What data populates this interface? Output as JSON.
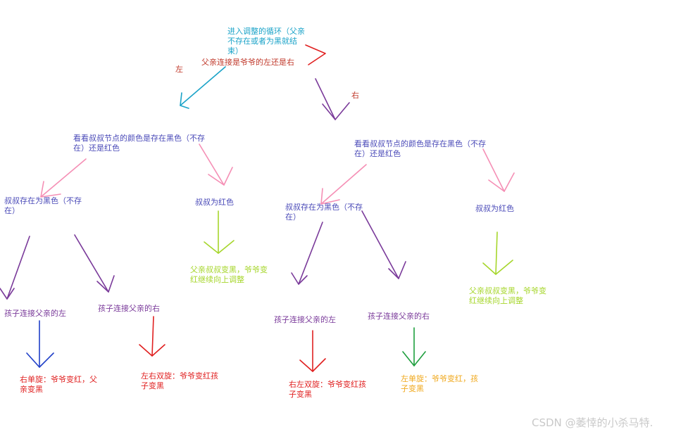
{
  "colors": {
    "cyan": "#1aa3c8",
    "darkred": "#c0392b",
    "red": "#e02020",
    "indigo": "#4a4ab8",
    "purple": "#7a3a9a",
    "pink": "#f58fb5",
    "lime": "#a6d62b",
    "blue": "#1f3fc8",
    "green": "#1e9e3e",
    "orange": "#f0a81c",
    "gray": "#c9c9c9"
  },
  "texts": {
    "root": "进入调整的循环（父亲\n不存在或者为黑就结\n束）",
    "question": "父亲连接是爷爷的左还是右",
    "left_mark": "左",
    "right_mark": "右",
    "left_check": "看看叔叔节点的颜色是存在黑色（不存\n在）还是红色",
    "right_check": "看看叔叔节点的颜色是存在黑色（不存\n在）还是红色",
    "left_black": "叔叔存在为黑色（不存\n在）",
    "left_red": "叔叔为红色",
    "left_red_action": "父亲叔叔变黑，爷爷变\n红继续向上调整",
    "right_black": "叔叔存在为黑色（不存\n在）",
    "right_red": "叔叔为红色",
    "right_red_action": "父亲叔叔变黑，爷爷变\n红继续向上调整",
    "ll_child": "孩子连接父亲的左",
    "lr_child": "孩子连接父亲的右",
    "rl_child": "孩子连接父亲的左",
    "rr_child": "孩子连接父亲的右",
    "ll_action": "右单旋：爷爷变红，父\n亲变黑",
    "lr_action": "左右双旋：爷爷变红孩\n子变黑",
    "rl_action": "右左双旋：爷爷变红孩\n子变黑",
    "rr_action": "左单旋：爷爷变红，孩\n子变黑",
    "watermark": "CSDN @萎悻的小杀马特."
  }
}
